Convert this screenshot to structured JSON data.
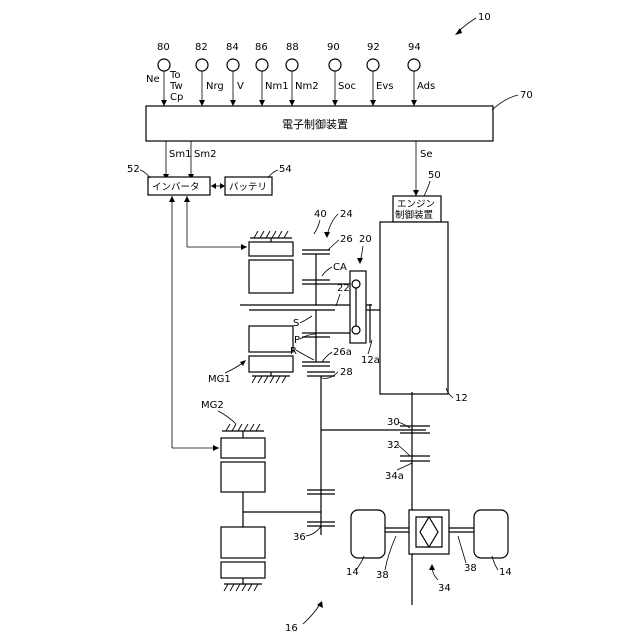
{
  "refs": {
    "system": "10",
    "ecu": "70",
    "inverter": "52",
    "battery": "54",
    "engine_ecu": "50",
    "planetary": "20",
    "transfer_unit": "24",
    "gear_40": "40",
    "gear_26": "26",
    "shaft_22": "22",
    "gear_26a": "26a",
    "shaft_12a": "12a",
    "engine": "12",
    "gear_28": "28",
    "gear_30": "30",
    "gear_32": "32",
    "gear_34a": "34a",
    "gear_36": "36",
    "differential": "34",
    "axle_38_left": "38",
    "axle_38_right": "38",
    "wheel_14_left": "14",
    "wheel_14_right": "14",
    "powertrain": "16"
  },
  "sensors": [
    {
      "num": "80",
      "signals": [
        "Ne",
        "To",
        "Tw",
        "Cp"
      ]
    },
    {
      "num": "82",
      "signals": [
        "Nrg"
      ]
    },
    {
      "num": "84",
      "signals": [
        "V"
      ]
    },
    {
      "num": "86",
      "signals": [
        "Nm1"
      ]
    },
    {
      "num": "88",
      "signals": [
        "Nm2"
      ]
    },
    {
      "num": "90",
      "signals": [
        "Soc"
      ]
    },
    {
      "num": "92",
      "signals": [
        "Evs"
      ]
    },
    {
      "num": "94",
      "signals": [
        "Ads"
      ]
    }
  ],
  "labels": {
    "ecu": "電子制御装置",
    "inverter": "インバータ",
    "battery": "バッテリ",
    "engine_ecu_line1": "エンジン",
    "engine_ecu_line2": "制御装置",
    "sm1": "Sm1",
    "sm2": "Sm2",
    "se": "Se",
    "ca": "CA",
    "s": "S",
    "p": "P",
    "r": "R",
    "mg1": "MG1",
    "mg2": "MG2"
  }
}
